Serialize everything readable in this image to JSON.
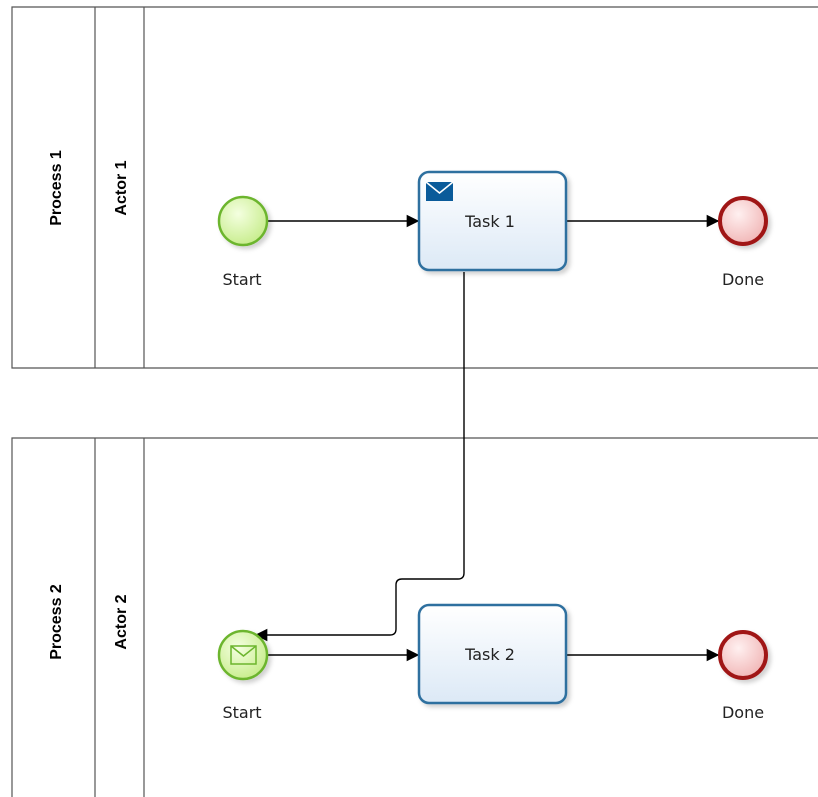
{
  "pools": [
    {
      "name": "Process 1",
      "lane": "Actor 1",
      "start_label": "Start",
      "task_label": "Task 1",
      "end_label": "Done",
      "start_icon": "plain-start-event-icon",
      "task_icon": "message-send-envelope-icon"
    },
    {
      "name": "Process 2",
      "lane": "Actor 2",
      "start_label": "Start",
      "task_label": "Task 2",
      "end_label": "Done",
      "start_icon": "message-start-envelope-icon",
      "task_icon": ""
    }
  ],
  "colors": {
    "start_fill": "#d9f5a8",
    "start_stroke": "#6cb52d",
    "end_fill": "#f7c9c9",
    "end_stroke": "#a01818",
    "task_fill": "#eaf3fb",
    "task_stroke": "#2f6f9f",
    "envelope": "#0a5b9a",
    "line": "#000000",
    "pool_border": "#555555"
  }
}
